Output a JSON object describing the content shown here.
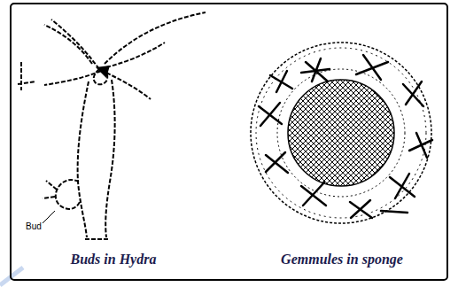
{
  "diagram": {
    "labels": [
      "Bud",
      "Buds in Hydra",
      "Gemmules in sponge"
    ]
  }
}
